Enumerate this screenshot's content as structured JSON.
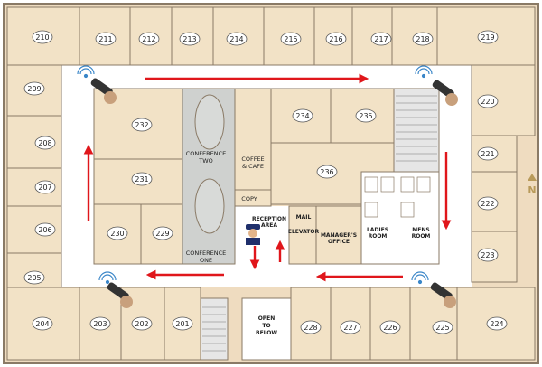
{
  "rooms": [
    "210",
    "211",
    "212",
    "213",
    "214",
    "215",
    "216",
    "217",
    "218",
    "219",
    "209",
    "220",
    "232",
    "234",
    "235",
    "208",
    "221",
    "207",
    "231",
    "236",
    "222",
    "206",
    "230",
    "229",
    "223",
    "205",
    "204",
    "203",
    "202",
    "201",
    "228",
    "227",
    "226",
    "225",
    "224"
  ],
  "labels": {
    "conference_two": [
      "CONFERENCE",
      "TWO"
    ],
    "conference_one": [
      "CONFERENCE",
      "ONE"
    ],
    "coffee": [
      "COFFEE",
      "& CAFE"
    ],
    "copy": "COPY",
    "reception": [
      "RECEPTION",
      "AREA"
    ],
    "mail": "MAIL",
    "elevator": "ELEVATOR",
    "managers_office": [
      "MANAGER'S",
      "OFFICE"
    ],
    "ladies_room": [
      "LADIES",
      "ROOM"
    ],
    "mens_room": [
      "MENS",
      "ROOM"
    ],
    "open_to_below": [
      "OPEN",
      "TO",
      "BELOW"
    ],
    "north": "N"
  },
  "colors": {
    "room_fill": "#f2e2c6",
    "wall": "#8a7a66",
    "corridor": "#ffffff",
    "arrow": "#e0161b",
    "conference": "#cfd1cf",
    "stairs": "#e6e6e6"
  },
  "icons": [
    "wifi-reader-icon",
    "card-reader-hand-icon",
    "security-guard-icon",
    "north-arrow-icon"
  ]
}
